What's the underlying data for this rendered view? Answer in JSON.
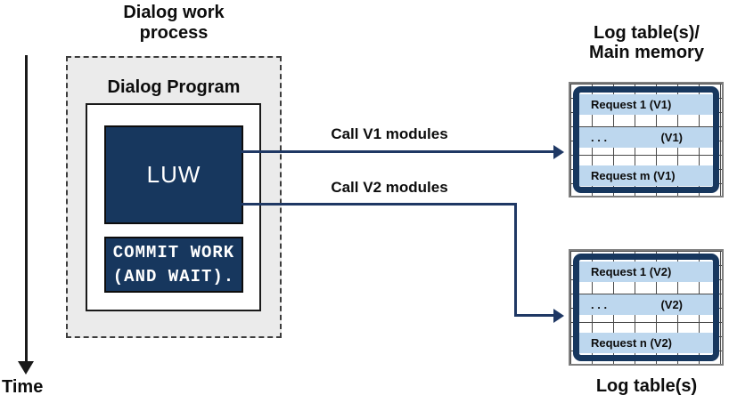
{
  "diagram": {
    "time_axis_label": "Time",
    "work_process": {
      "title": "Dialog work\nprocess",
      "program_label": "Dialog Program",
      "luw_label": "LUW",
      "commit_statement": "COMMIT WORK\n(AND WAIT)."
    },
    "calls": {
      "v1_label": "Call V1 modules",
      "v2_label": "Call V2 modules"
    },
    "log_tables": {
      "top_title": "Log table(s)/\nMain memory",
      "bottom_title": "Log table(s)",
      "v1_rows": [
        {
          "left": "Request 1 (V1)",
          "right": ""
        },
        {
          "left": ". . .",
          "right": "(V1)"
        },
        {
          "left": "Request m (V1)",
          "right": ""
        }
      ],
      "v2_rows": [
        {
          "left": "Request 1 (V2)",
          "right": ""
        },
        {
          "left": ". . .",
          "right": "(V2)"
        },
        {
          "left": "Request n (V2)",
          "right": ""
        }
      ]
    },
    "colors": {
      "box_navy": "#17375E",
      "arrow_navy": "#1F3864",
      "row_blue": "#BDD7EE",
      "panel_gray": "#EBEBEB"
    }
  }
}
